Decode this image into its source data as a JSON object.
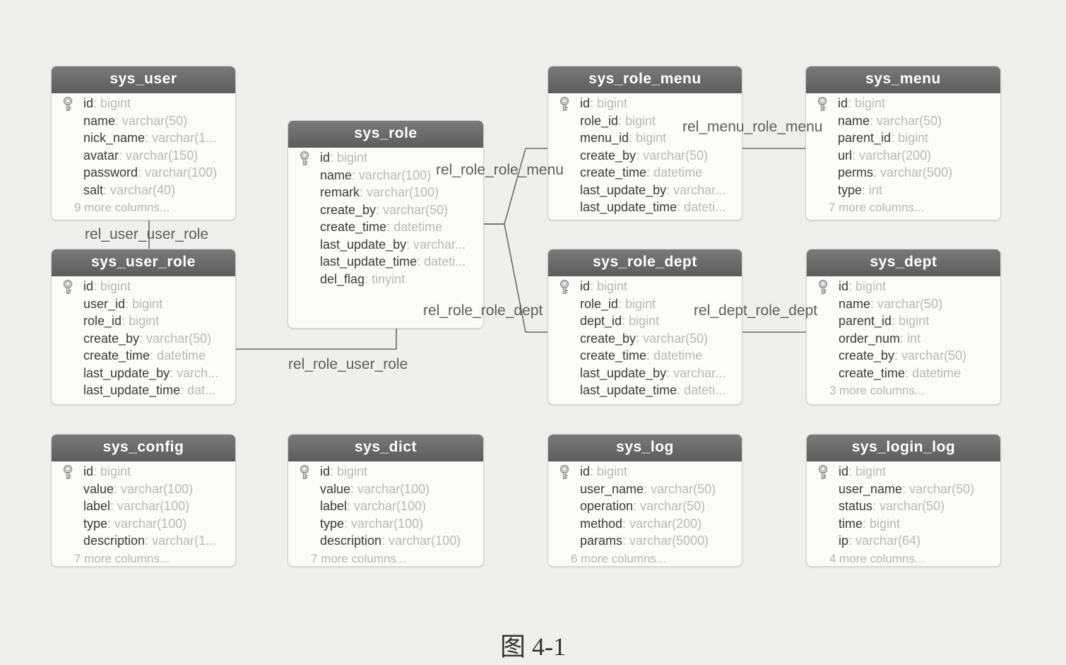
{
  "caption": "图 4-1",
  "tables": [
    {
      "name": "sys_user",
      "fields": [
        {
          "name": "id",
          "type": "bigint",
          "pk": true
        },
        {
          "name": "name",
          "type": "varchar(50)"
        },
        {
          "name": "nick_name",
          "type": "varchar(1..."
        },
        {
          "name": "avatar",
          "type": "varchar(150)"
        },
        {
          "name": "password",
          "type": "varchar(100)"
        },
        {
          "name": "salt",
          "type": "varchar(40)"
        }
      ],
      "more": "9 more columns..."
    },
    {
      "name": "sys_role",
      "fields": [
        {
          "name": "id",
          "type": "bigint",
          "pk": true
        },
        {
          "name": "name",
          "type": "varchar(100)"
        },
        {
          "name": "remark",
          "type": "varchar(100)"
        },
        {
          "name": "create_by",
          "type": "varchar(50)"
        },
        {
          "name": "create_time",
          "type": "datetime"
        },
        {
          "name": "last_update_by",
          "type": "varchar..."
        },
        {
          "name": "last_update_time",
          "type": "dateti..."
        },
        {
          "name": "del_flag",
          "type": "tinyint"
        }
      ],
      "more": ""
    },
    {
      "name": "sys_role_menu",
      "fields": [
        {
          "name": "id",
          "type": "bigint",
          "pk": true
        },
        {
          "name": "role_id",
          "type": "bigint"
        },
        {
          "name": "menu_id",
          "type": "bigint"
        },
        {
          "name": "create_by",
          "type": "varchar(50)"
        },
        {
          "name": "create_time",
          "type": "datetime"
        },
        {
          "name": "last_update_by",
          "type": "varchar..."
        },
        {
          "name": "last_update_time",
          "type": "dateti..."
        }
      ],
      "more": ""
    },
    {
      "name": "sys_menu",
      "fields": [
        {
          "name": "id",
          "type": "bigint",
          "pk": true
        },
        {
          "name": "name",
          "type": "varchar(50)"
        },
        {
          "name": "parent_id",
          "type": "bigint"
        },
        {
          "name": "url",
          "type": "varchar(200)"
        },
        {
          "name": "perms",
          "type": "varchar(500)"
        },
        {
          "name": "type",
          "type": "int"
        }
      ],
      "more": "7 more columns..."
    },
    {
      "name": "sys_user_role",
      "fields": [
        {
          "name": "id",
          "type": "bigint",
          "pk": true
        },
        {
          "name": "user_id",
          "type": "bigint"
        },
        {
          "name": "role_id",
          "type": "bigint"
        },
        {
          "name": "create_by",
          "type": "varchar(50)"
        },
        {
          "name": "create_time",
          "type": "datetime"
        },
        {
          "name": "last_update_by",
          "type": "varch..."
        },
        {
          "name": "last_update_time",
          "type": "dat..."
        }
      ],
      "more": ""
    },
    {
      "name": "sys_role_dept",
      "fields": [
        {
          "name": "id",
          "type": "bigint",
          "pk": true
        },
        {
          "name": "role_id",
          "type": "bigint"
        },
        {
          "name": "dept_id",
          "type": "bigint"
        },
        {
          "name": "create_by",
          "type": "varchar(50)"
        },
        {
          "name": "create_time",
          "type": "datetime"
        },
        {
          "name": "last_update_by",
          "type": "varchar..."
        },
        {
          "name": "last_update_time",
          "type": "dateti..."
        }
      ],
      "more": ""
    },
    {
      "name": "sys_dept",
      "fields": [
        {
          "name": "id",
          "type": "bigint",
          "pk": true
        },
        {
          "name": "name",
          "type": "varchar(50)"
        },
        {
          "name": "parent_id",
          "type": "bigint"
        },
        {
          "name": "order_num",
          "type": "int"
        },
        {
          "name": "create_by",
          "type": "varchar(50)"
        },
        {
          "name": "create_time",
          "type": "datetime"
        }
      ],
      "more": "3 more columns..."
    },
    {
      "name": "sys_config",
      "fields": [
        {
          "name": "id",
          "type": "bigint",
          "pk": true
        },
        {
          "name": "value",
          "type": "varchar(100)"
        },
        {
          "name": "label",
          "type": "varchar(100)"
        },
        {
          "name": "type",
          "type": "varchar(100)"
        },
        {
          "name": "description",
          "type": "varchar(1..."
        }
      ],
      "more": "7 more columns..."
    },
    {
      "name": "sys_dict",
      "fields": [
        {
          "name": "id",
          "type": "bigint",
          "pk": true
        },
        {
          "name": "value",
          "type": "varchar(100)"
        },
        {
          "name": "label",
          "type": "varchar(100)"
        },
        {
          "name": "type",
          "type": "varchar(100)"
        },
        {
          "name": "description",
          "type": "varchar(100)"
        }
      ],
      "more": "7 more columns..."
    },
    {
      "name": "sys_log",
      "fields": [
        {
          "name": "id",
          "type": "bigint",
          "pk": true
        },
        {
          "name": "user_name",
          "type": "varchar(50)"
        },
        {
          "name": "operation",
          "type": "varchar(50)"
        },
        {
          "name": "method",
          "type": "varchar(200)"
        },
        {
          "name": "params",
          "type": "varchar(5000)"
        }
      ],
      "more": "6 more columns..."
    },
    {
      "name": "sys_login_log",
      "fields": [
        {
          "name": "id",
          "type": "bigint",
          "pk": true
        },
        {
          "name": "user_name",
          "type": "varchar(50)"
        },
        {
          "name": "status",
          "type": "varchar(50)"
        },
        {
          "name": "time",
          "type": "bigint"
        },
        {
          "name": "ip",
          "type": "varchar(64)"
        }
      ],
      "more": "4 more columns..."
    }
  ],
  "relations": [
    {
      "label": "rel_user_user_role"
    },
    {
      "label": "rel_role_user_role"
    },
    {
      "label": "rel_role_role_menu"
    },
    {
      "label": "rel_role_role_dept"
    },
    {
      "label": "rel_menu_role_menu"
    },
    {
      "label": "rel_dept_role_dept"
    }
  ]
}
